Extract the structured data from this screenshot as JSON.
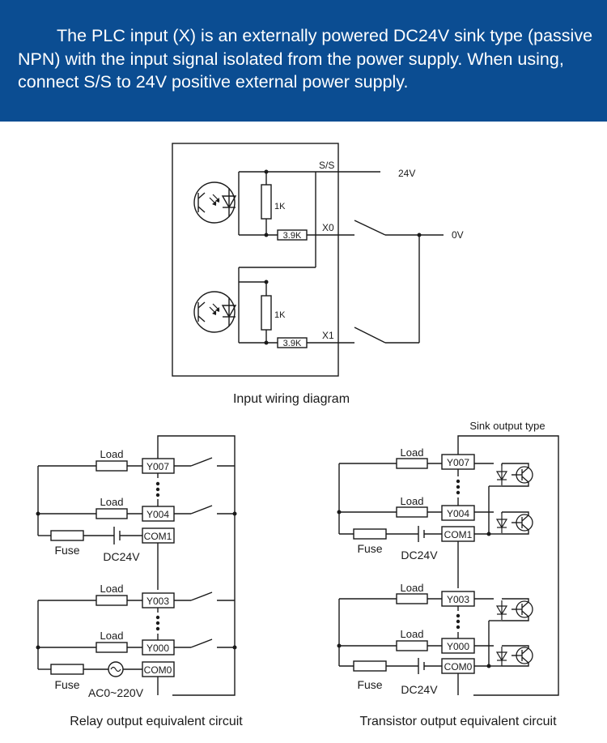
{
  "header": {
    "text": "The PLC input (X) is an externally powered DC24V sink type (passive NPN) with the input signal isolated from the power supply. When using, connect S/S to 24V positive external power supply."
  },
  "input_diagram": {
    "caption": "Input wiring diagram",
    "ss_label": "S/S",
    "v24_label": "24V",
    "v0_label": "0V",
    "x0_label": "X0",
    "x1_label": "X1",
    "res_1k": "1K",
    "res_39k": "3.9K"
  },
  "relay_diagram": {
    "caption": "Relay output equivalent circuit",
    "load": "Load",
    "fuse": "Fuse",
    "y007": "Y007",
    "y004": "Y004",
    "com1": "COM1",
    "y003": "Y003",
    "y000": "Y000",
    "com0": "COM0",
    "dc24v": "DC24V",
    "ac": "AC0~220V"
  },
  "transistor_diagram": {
    "caption": "Transistor output equivalent circuit",
    "title": "Sink output type",
    "load": "Load",
    "fuse": "Fuse",
    "y007": "Y007",
    "y004": "Y004",
    "com1": "COM1",
    "y003": "Y003",
    "y000": "Y000",
    "com0": "COM0",
    "dc24v_top": "DC24V",
    "dc24v_bottom": "DC24V"
  },
  "icons": [
    "optocoupler-icon",
    "resistor-icon",
    "switch-icon",
    "fuse-icon",
    "battery-icon",
    "ac-source-icon",
    "transistor-icon",
    "diode-icon"
  ],
  "colors": {
    "banner": "#0b4d92",
    "banner_text": "#ffffff",
    "line": "#1a1a1a"
  }
}
